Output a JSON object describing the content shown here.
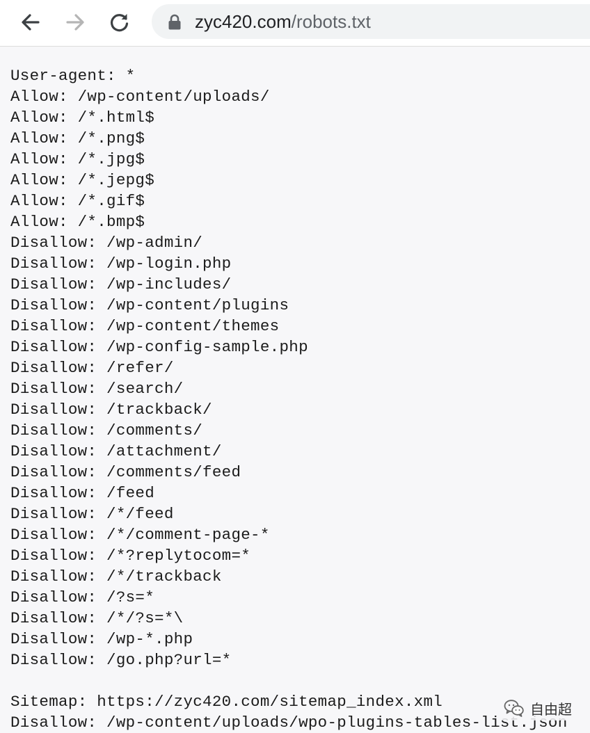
{
  "browser": {
    "url_host": "zyc420.com",
    "url_path": "/robots.txt"
  },
  "page": {
    "robots_txt": "User-agent: *\nAllow: /wp-content/uploads/\nAllow: /*.html$\nAllow: /*.png$\nAllow: /*.jpg$\nAllow: /*.jepg$\nAllow: /*.gif$\nAllow: /*.bmp$\nDisallow: /wp-admin/\nDisallow: /wp-login.php\nDisallow: /wp-includes/\nDisallow: /wp-content/plugins\nDisallow: /wp-content/themes\nDisallow: /wp-config-sample.php\nDisallow: /refer/\nDisallow: /search/\nDisallow: /trackback/\nDisallow: /comments/\nDisallow: /attachment/\nDisallow: /comments/feed\nDisallow: /feed\nDisallow: /*/feed\nDisallow: /*/comment-page-*\nDisallow: /*?replytocom=*\nDisallow: /*/trackback\nDisallow: /?s=*\nDisallow: /*/?s=*\\\nDisallow: /wp-*.php\nDisallow: /go.php?url=*\n\nSitemap: https://zyc420.com/sitemap_index.xml\nDisallow: /wp-content/uploads/wpo-plugins-tables-list.json"
  },
  "watermark": {
    "text": "自由超",
    "icon": "wechat-icon"
  },
  "icons": {
    "back": "arrow-left-icon",
    "forward": "arrow-right-icon",
    "reload": "reload-icon",
    "lock": "lock-icon"
  },
  "colors": {
    "page_background": "#f7f7f9",
    "toolbar_background": "#ffffff",
    "omnibox_background": "#f1f3f4",
    "icon_active": "#3c4043",
    "icon_disabled": "#b5b5b5",
    "text": "#1b1b1b"
  }
}
